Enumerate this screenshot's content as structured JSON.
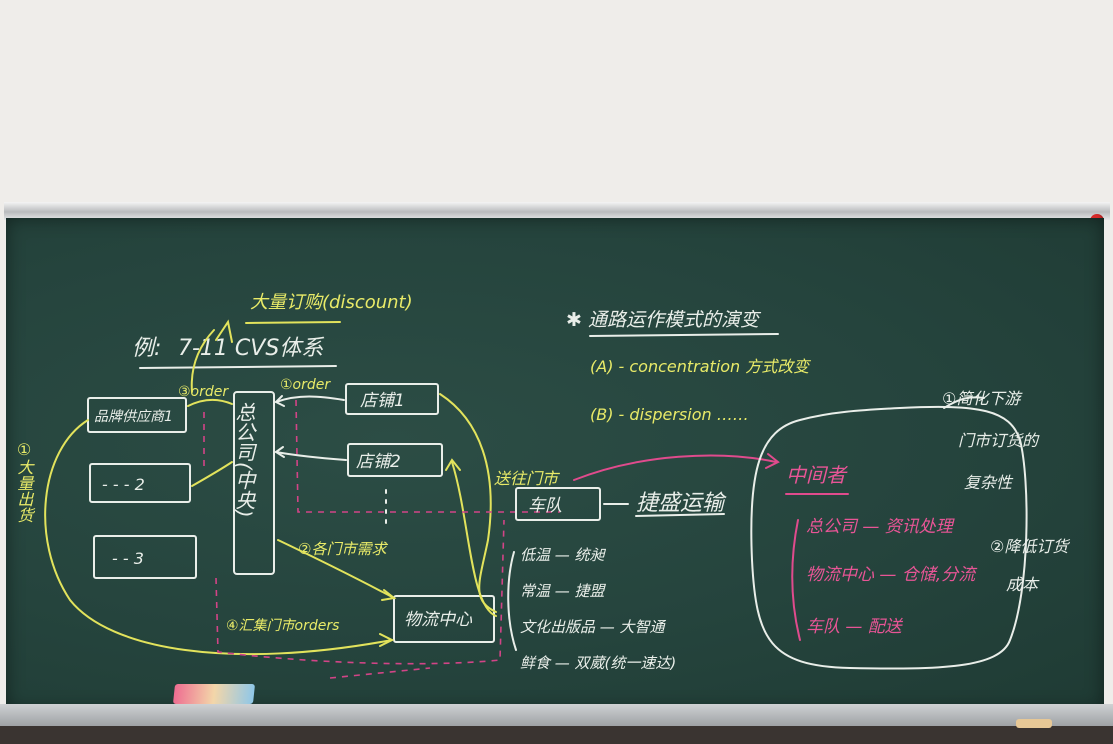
{
  "title": {
    "prefix": "例:",
    "text": "7-11 CVS体系"
  },
  "discount_note": "大量订购(discount)",
  "suppliers": [
    "品牌供应商1",
    "- - - 2",
    "- - 3"
  ],
  "bulk_shipping": "①大量出货",
  "order_labels": {
    "supplier": "③order",
    "hq": "①order"
  },
  "hq_label": "总公司(中央)",
  "stores": [
    "店铺1",
    "店铺2"
  ],
  "store_demand": "②各门市需求",
  "store_orders": "④汇集门市orders",
  "logistics_center": "物流中心",
  "delivery_label": "送往门市",
  "fleet_label": "车队",
  "express_label": "捷盛运输",
  "temps": [
    "低温 — 统昶",
    "常温 — 捷盟",
    "文化出版品 — 大智通",
    "鲜食 — 双葳(统一速达)"
  ],
  "heading": "✱ 通路运作模式的演变",
  "mode_a": "(A) - concentration 方式改变",
  "mode_b": "(B) - dispersion ……",
  "intermediary": "中间者",
  "roles": [
    "总公司 — 资讯处理",
    "物流中心 — 仓储,分流",
    "车队 — 配送"
  ],
  "benefits": [
    "①简化下游",
    "门市订货的",
    "复杂性",
    "②降低订货",
    "成本"
  ]
}
